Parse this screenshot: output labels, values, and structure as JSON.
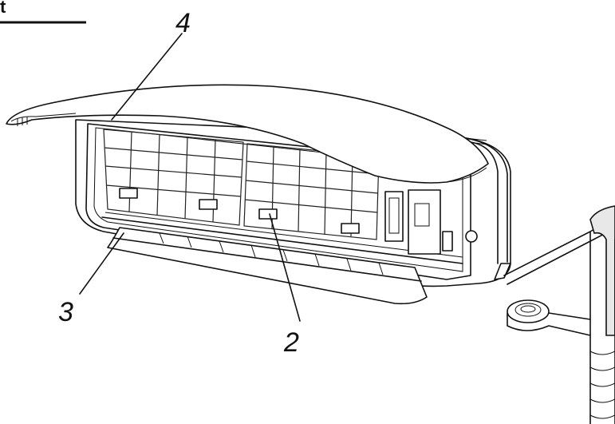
{
  "header": {
    "fragment": "t"
  },
  "callouts": {
    "front_panel": "4",
    "air_filter": "2",
    "louver": "3"
  },
  "colors": {
    "line": "#111111",
    "background": "#ffffff",
    "insulation": "#e8e8e8"
  }
}
